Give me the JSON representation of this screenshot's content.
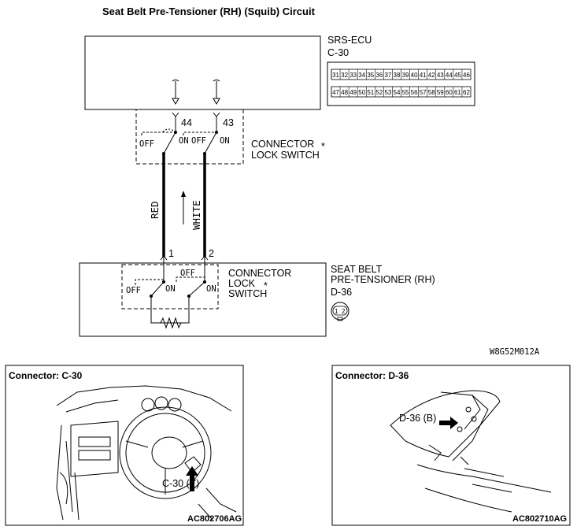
{
  "title": "Seat Belt Pre-Tensioner (RH) (Squib) Circuit",
  "ecu": {
    "name": "SRS-ECU",
    "connector": "C-30",
    "pins_top": [
      "31",
      "32",
      "33",
      "34",
      "35",
      "36",
      "37",
      "38",
      "39",
      "40",
      "41",
      "42",
      "43",
      "44",
      "45",
      "46"
    ],
    "pins_bottom": [
      "47",
      "48",
      "49",
      "50",
      "51",
      "52",
      "53",
      "54",
      "55",
      "56",
      "57",
      "58",
      "59",
      "60",
      "61",
      "62"
    ]
  },
  "upper_switch": {
    "line1": "CONNECTOR",
    "line2": "LOCK SWITCH",
    "star": "*",
    "pin_a": "44",
    "pin_b": "43",
    "off": "OFF",
    "on": "ON"
  },
  "wires": {
    "left": "RED",
    "right": "WHITE"
  },
  "lower_switch": {
    "line1": "CONNECTOR",
    "line2": "LOCK",
    "line3": "SWITCH",
    "star": "*",
    "pin_a": "1",
    "pin_b": "2",
    "off": "OFF",
    "on": "ON"
  },
  "pretensioner": {
    "line1": "SEAT BELT",
    "line2": "PRE-TENSIONER (RH)",
    "connector": "D-36",
    "pin1": "1",
    "pin2": "2"
  },
  "figure_code": "W8G52M012A",
  "panel_left": {
    "title": "Connector: C-30",
    "callout": "C-30 (Y)",
    "code": "AC802706AG"
  },
  "panel_right": {
    "title": "Connector: D-36",
    "callout": "D-36 (B)",
    "code": "AC802710AG"
  }
}
